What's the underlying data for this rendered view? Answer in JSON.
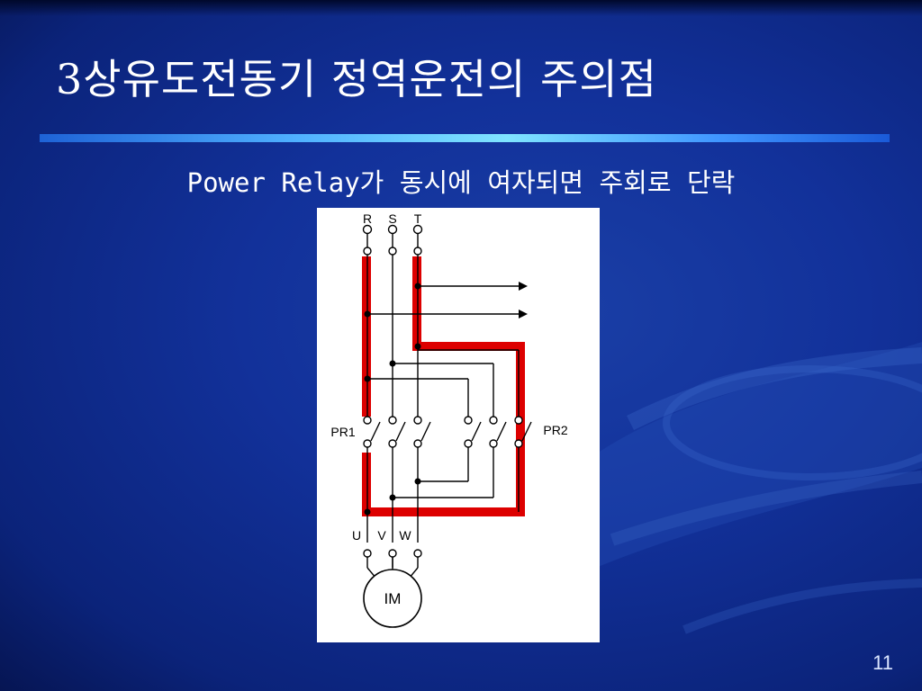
{
  "slide": {
    "title": "3상유도전동기 정역운전의 주의점",
    "subtitle": "Power Relay가 동시에 여자되면 주회로 단락",
    "page_number": "11"
  },
  "diagram": {
    "terminals_top": [
      "R",
      "S",
      "T"
    ],
    "terminals_bottom": [
      "U",
      "V",
      "W"
    ],
    "relay_left": "PR1",
    "relay_right": "PR2",
    "motor_label": "IM",
    "colors": {
      "short_circuit_path": "#dd0000",
      "wire": "#000000",
      "panel": "#ffffff"
    }
  }
}
